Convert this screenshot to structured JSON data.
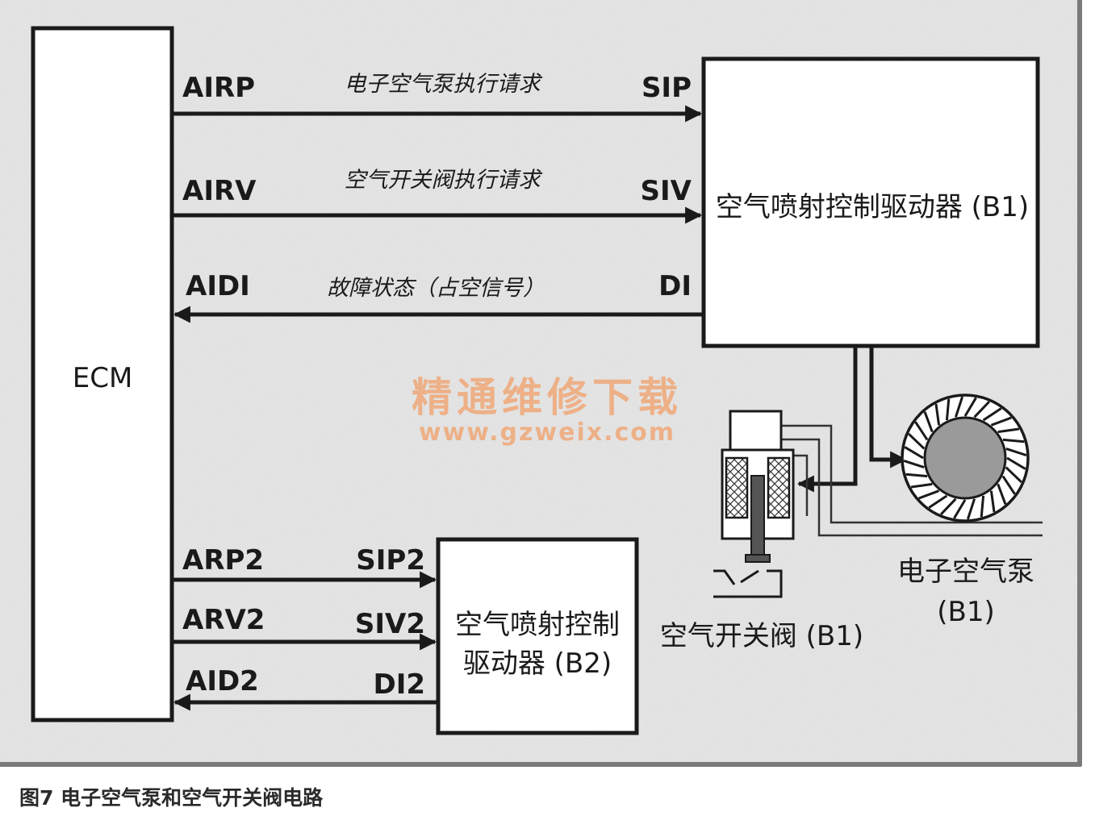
{
  "ecm_label": "ECM",
  "b1_driver_label": "空气喷射控制驱动器 (B1)",
  "b2_driver_label": [
    "空气喷射控制",
    "驱动器 (B2)"
  ],
  "signals_b1": [
    {
      "left": "AIRP",
      "right": "SIP",
      "description": "电子空气泵执行请求",
      "direction": "to-driver"
    },
    {
      "left": "AIRV",
      "right": "SIV",
      "description": "空气开关阀执行请求",
      "direction": "to-driver"
    },
    {
      "left": "AIDI",
      "right": "DI",
      "description": "故障状态（占空信号）",
      "direction": "to-ecm"
    }
  ],
  "signals_b2": [
    {
      "left": "ARP2",
      "right": "SIP2",
      "direction": "to-driver"
    },
    {
      "left": "ARV2",
      "right": "SIV2",
      "direction": "to-driver"
    },
    {
      "left": "AID2",
      "right": "DI2",
      "direction": "to-ecm"
    }
  ],
  "air_pump_label": [
    "电子空气泵",
    "(B1)"
  ],
  "air_valve_label": "空气开关阀 (B1)",
  "watermark": {
    "title": "精通维修下载",
    "url": "www.gzweix.com"
  },
  "caption": "图7  电子空气泵和空气开关阀电路",
  "colors": {
    "line": "#1a1a1a",
    "background": "#e9e9e9",
    "watermark": "#f0a878"
  }
}
